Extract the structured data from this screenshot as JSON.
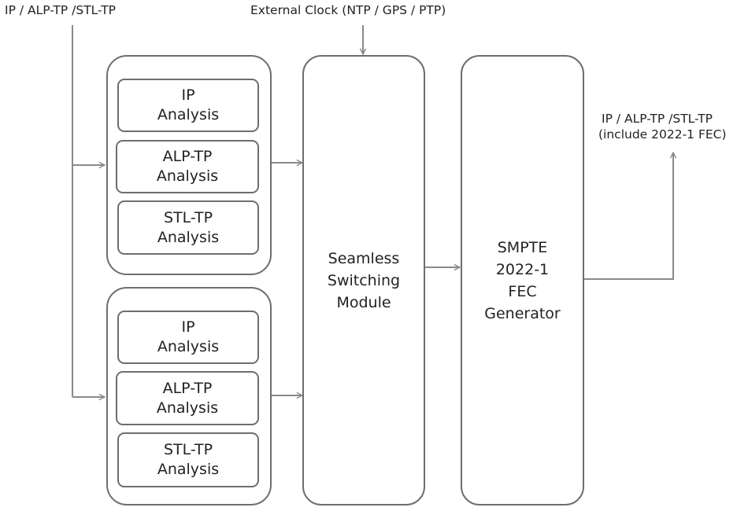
{
  "labels": {
    "input": "IP / ALP-TP /STL-TP",
    "clock": "External Clock (NTP / GPS / PTP)",
    "output_line1": "IP / ALP-TP /STL-TP",
    "output_line2": "(include 2022-1 FEC)"
  },
  "group_top": {
    "modules": [
      {
        "line1": "IP",
        "line2": "Analysis"
      },
      {
        "line1": "ALP-TP",
        "line2": "Analysis"
      },
      {
        "line1": "STL-TP",
        "line2": "Analysis"
      }
    ]
  },
  "group_bottom": {
    "modules": [
      {
        "line1": "IP",
        "line2": "Analysis"
      },
      {
        "line1": "ALP-TP",
        "line2": "Analysis"
      },
      {
        "line1": "STL-TP",
        "line2": "Analysis"
      }
    ]
  },
  "switching": {
    "line1": "Seamless",
    "line2": "Switching",
    "line3": "Module"
  },
  "fec": {
    "line1": "SMPTE",
    "line2": "2022-1",
    "line3": "FEC",
    "line4": "Generator"
  },
  "colors": {
    "border": "#6e6e6e",
    "arrow": "#8a8a8a",
    "text": "#222222"
  }
}
